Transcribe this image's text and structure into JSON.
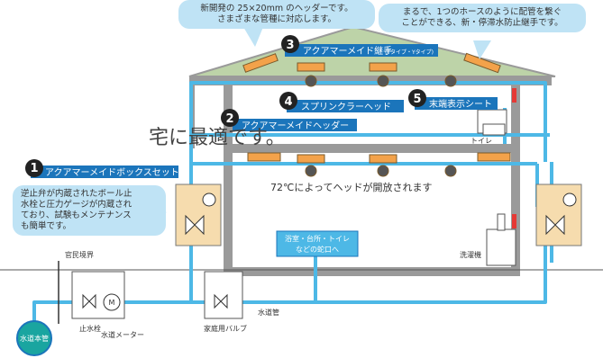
{
  "callouts": {
    "top_left": [
      "新開発の 25×20mm のヘッダーです。",
      "さまざまな管種に対応します。"
    ],
    "top_right": [
      "まるで、1つのホースのように配管を繋ぐ",
      "ことができる、新・停滞水防止継手です。"
    ],
    "valve_note": [
      "逆止弁が内蔵されたボール止",
      "水栓と圧力ゲージが内蔵され",
      "ており、試験もメンテナンス",
      "も簡単です。"
    ]
  },
  "heading_fragment": "宅に最適です。",
  "items": [
    {
      "num": "1",
      "label": "アクアマーメイドボックスセット"
    },
    {
      "num": "2",
      "label": "アクアマーメイドヘッダー"
    },
    {
      "num": "3",
      "label": "アクアマーメイド継手",
      "sub": "(Tタイプ・Yタイプ)"
    },
    {
      "num": "4",
      "label": "スプリンクラーヘッド"
    },
    {
      "num": "5",
      "label": "末端表示シート"
    }
  ],
  "labels": {
    "activation": "72℃によってヘッドが開放されます",
    "toilet": "トイレ",
    "washer": "洗濯機",
    "faucet_note": [
      "浴室・台所・トイレ",
      "などの蛇口へ"
    ],
    "boundary": "官民境界",
    "stop_valve": "止水栓",
    "water_meter": "水道メーター",
    "house_valve": "家庭用バルブ",
    "water_pipe": "水道管",
    "main": "水道本管",
    "meter_symbol": "M"
  },
  "colors": {
    "pipe": "#4db8e6",
    "badge": "#1b75bb",
    "roof": "#bdd3a8",
    "wall": "#9a9a9a",
    "box": "#f6dcae",
    "bubble": "#bfe3f5",
    "marker": "#e53935"
  }
}
